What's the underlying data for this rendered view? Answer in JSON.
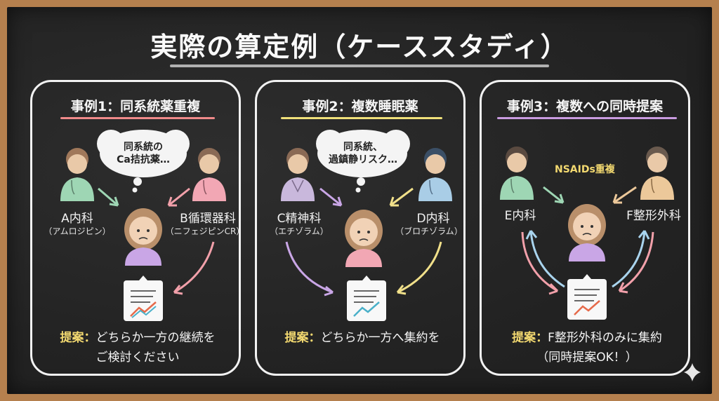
{
  "title": "実際の算定例（ケーススタディ）",
  "cases": [
    {
      "heading": "事例1：同系統薬重複",
      "underline_color": "#f08a8a",
      "bubble": [
        "同系統の",
        "Ca拮抗薬…"
      ],
      "left": {
        "label": "A内科",
        "sub": "（アムロジピン）"
      },
      "right": {
        "label": "B循環器科",
        "sub": "（ニフェジピンCR）"
      },
      "proposal_head": "提案：",
      "proposal_line1": "どちらか一方の継続を",
      "proposal_line2": "ご検討ください"
    },
    {
      "heading": "事例2：複数睡眠薬",
      "underline_color": "#f0e07a",
      "bubble": [
        "同系統、",
        "過鎮静リスク…"
      ],
      "left": {
        "label": "C精神科",
        "sub": "（エチゾラム）"
      },
      "right": {
        "label": "D内科",
        "sub": "（ブロチゾラム）"
      },
      "proposal_head": "提案：",
      "proposal_line1": "どちらか一方へ集約を"
    },
    {
      "heading": "事例3：複数への同時提案",
      "underline_color": "#c99be0",
      "tag": "NSAIDs重複",
      "left": {
        "label": "E内科"
      },
      "right": {
        "label": "F整形外科"
      },
      "proposal_head": "提案：",
      "proposal_line1": "F整形外科のみに集約",
      "proposal_line2": "（同時提案OK！）"
    }
  ],
  "colors": {
    "doctor_green": "#9ed6b4",
    "doctor_pink": "#f2a7b4",
    "doctor_lavender": "#c9b8dc",
    "doctor_blue": "#a9cde6",
    "doctor_beige": "#ecc89a",
    "arrow_green": "#9ed6b4",
    "arrow_pink": "#f2a0aa",
    "arrow_purple": "#c9a6e6",
    "arrow_yellow": "#f1e08a",
    "arrow_blue": "#a9d4ee"
  }
}
